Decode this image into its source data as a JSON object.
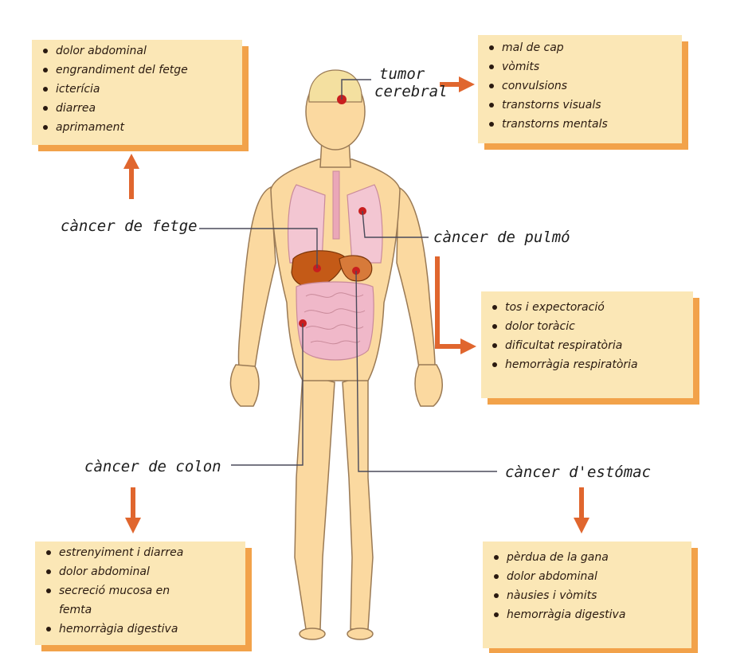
{
  "boxes": {
    "liver": [
      "dolor abdominal",
      "engrandiment del fetge",
      "icterícia",
      "diarrea",
      "aprimament"
    ],
    "brain": [
      "mal de cap",
      "vòmits",
      "convulsions",
      "transtorns visuals",
      "transtorns mentals"
    ],
    "lung": [
      "tos i expectoració",
      "dolor toràcic",
      "dificultat respiratòria",
      "hemorràgia respiratòria"
    ],
    "colon": [
      "estrenyiment i diarrea",
      "dolor abdominal",
      "secreció mucosa en",
      "femta",
      "hemorràgia digestiva"
    ],
    "stomach": [
      "pèrdua de la gana",
      "dolor abdominal",
      "nàusies i vòmits",
      "hemorràgia digestiva"
    ]
  },
  "labels": {
    "brain_line1": "tumor",
    "brain_line2": "cerebral",
    "liver": "càncer de fetge",
    "lung": "càncer de pulmó",
    "colon": "càncer de colon",
    "stomach": "càncer d'estómac"
  },
  "colors": {
    "box_fill": "#fbe7b6",
    "box_shadow": "#f2a24a",
    "arrow": "#e0662e",
    "skin": "#fbd9a0",
    "skin_outline": "#9a7a55",
    "lung": "#f3c6d2",
    "liver": "#c45a17",
    "intestine": "#f0b8c9",
    "tumor_dot": "#c81e1e"
  }
}
